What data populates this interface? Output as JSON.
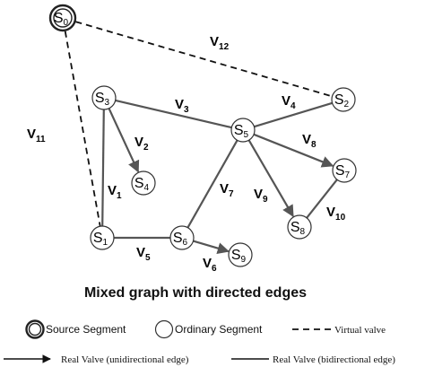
{
  "caption": "Mixed graph with directed edges",
  "nodes": [
    {
      "id": "s0",
      "base": "S",
      "sub": "0",
      "kind": "source"
    },
    {
      "id": "s1",
      "base": "S",
      "sub": "1",
      "kind": "ordinary"
    },
    {
      "id": "s2",
      "base": "S",
      "sub": "2",
      "kind": "ordinary"
    },
    {
      "id": "s3",
      "base": "S",
      "sub": "3",
      "kind": "ordinary"
    },
    {
      "id": "s4",
      "base": "S",
      "sub": "4",
      "kind": "ordinary"
    },
    {
      "id": "s5",
      "base": "S",
      "sub": "5",
      "kind": "ordinary"
    },
    {
      "id": "s6",
      "base": "S",
      "sub": "6",
      "kind": "ordinary"
    },
    {
      "id": "s7",
      "base": "S",
      "sub": "7",
      "kind": "ordinary"
    },
    {
      "id": "s8",
      "base": "S",
      "sub": "8",
      "kind": "ordinary"
    },
    {
      "id": "s9",
      "base": "S",
      "sub": "9",
      "kind": "ordinary"
    }
  ],
  "edges": [
    {
      "id": "v1",
      "base": "V",
      "sub": "1",
      "from": "s3",
      "to": "s1",
      "kind": "bidirectional"
    },
    {
      "id": "v2",
      "base": "V",
      "sub": "2",
      "from": "s3",
      "to": "s4",
      "kind": "unidirectional"
    },
    {
      "id": "v3",
      "base": "V",
      "sub": "3",
      "from": "s3",
      "to": "s5",
      "kind": "bidirectional"
    },
    {
      "id": "v4",
      "base": "V",
      "sub": "4",
      "from": "s5",
      "to": "s2",
      "kind": "bidirectional"
    },
    {
      "id": "v5",
      "base": "V",
      "sub": "5",
      "from": "s1",
      "to": "s6",
      "kind": "bidirectional"
    },
    {
      "id": "v6",
      "base": "V",
      "sub": "6",
      "from": "s6",
      "to": "s9",
      "kind": "unidirectional"
    },
    {
      "id": "v7",
      "base": "V",
      "sub": "7",
      "from": "s6",
      "to": "s5",
      "kind": "bidirectional"
    },
    {
      "id": "v8",
      "base": "V",
      "sub": "8",
      "from": "s5",
      "to": "s7",
      "kind": "unidirectional"
    },
    {
      "id": "v9",
      "base": "V",
      "sub": "9",
      "from": "s5",
      "to": "s8",
      "kind": "unidirectional"
    },
    {
      "id": "v10",
      "base": "V",
      "sub": "10",
      "from": "s7",
      "to": "s8",
      "kind": "bidirectional"
    },
    {
      "id": "v11",
      "base": "V",
      "sub": "11",
      "from": "s0",
      "to": "s1",
      "kind": "virtual"
    },
    {
      "id": "v12",
      "base": "V",
      "sub": "12",
      "from": "s0",
      "to": "s2",
      "kind": "virtual"
    }
  ],
  "legend": {
    "source_segment": "Source Segment",
    "ordinary_segment": "Ordinary Segment",
    "virtual_valve": "Virtual valve",
    "real_unidirectional": "Real Valve (unidirectional edge)",
    "real_bidirectional": "Real Valve (bidirectional edge)"
  },
  "colors": {
    "real_edge": "#555555",
    "virtual_edge": "#111111",
    "node_stroke": "#333333"
  }
}
